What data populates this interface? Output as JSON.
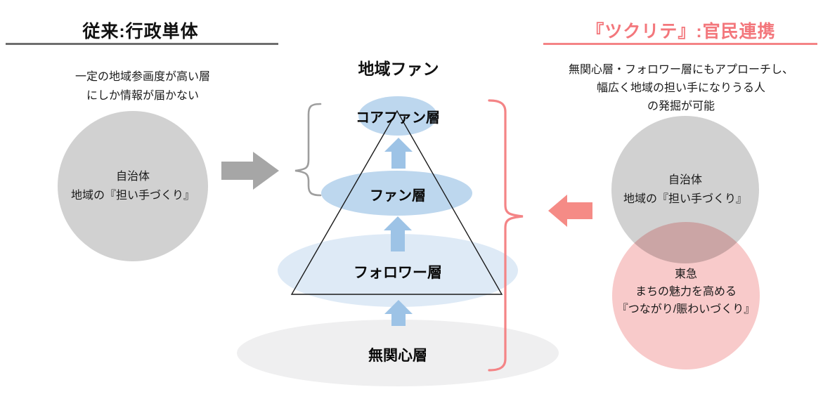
{
  "left_section": {
    "title": "従来:行政単体",
    "description_lines": [
      "一定の地域参画度が高い層",
      "にしか情報が届かない"
    ],
    "circle": {
      "name": "自治体",
      "role": "地域の『担い手づくり』"
    },
    "colors": {
      "circle": "#d1d1d1",
      "arrow": "#a6a6a6",
      "underline": "#6e6e6e",
      "brace": "#9e9e9e"
    }
  },
  "center_section": {
    "title": "地域ファン",
    "pyramid_layers": [
      {
        "label": "コアファン層",
        "color": "#bdd7ee"
      },
      {
        "label": "ファン層",
        "color": "#bdd7ee"
      },
      {
        "label": "フォロワー層",
        "color": "#deeaf6"
      },
      {
        "label": "無関心層",
        "color": "#efeff0"
      }
    ],
    "colors": {
      "up_arrows": "#9dc3e6",
      "triangle_outline": "#1a1a1a"
    }
  },
  "right_section": {
    "title": "『ツクリテ』:官民連携",
    "description_lines": [
      "無関心層・フォロワー層にもアプローチし、",
      "幅広く地域の担い手になりうる人",
      "の発掘が可能"
    ],
    "gov_circle": {
      "name": "自治体",
      "role": "地域の『担い手づくり』"
    },
    "tokyu_circle": {
      "name": "東急",
      "role_lines": [
        "まちの魅力を高める",
        "『つながり/賑わいづくり』"
      ]
    },
    "colors": {
      "title": "#f3777c",
      "underline": "#f48486",
      "arrow": "#f58b86",
      "brace": "#f48486",
      "gov_circle": "#d1d1d1",
      "tokyu_circle": "#f8caca"
    }
  }
}
